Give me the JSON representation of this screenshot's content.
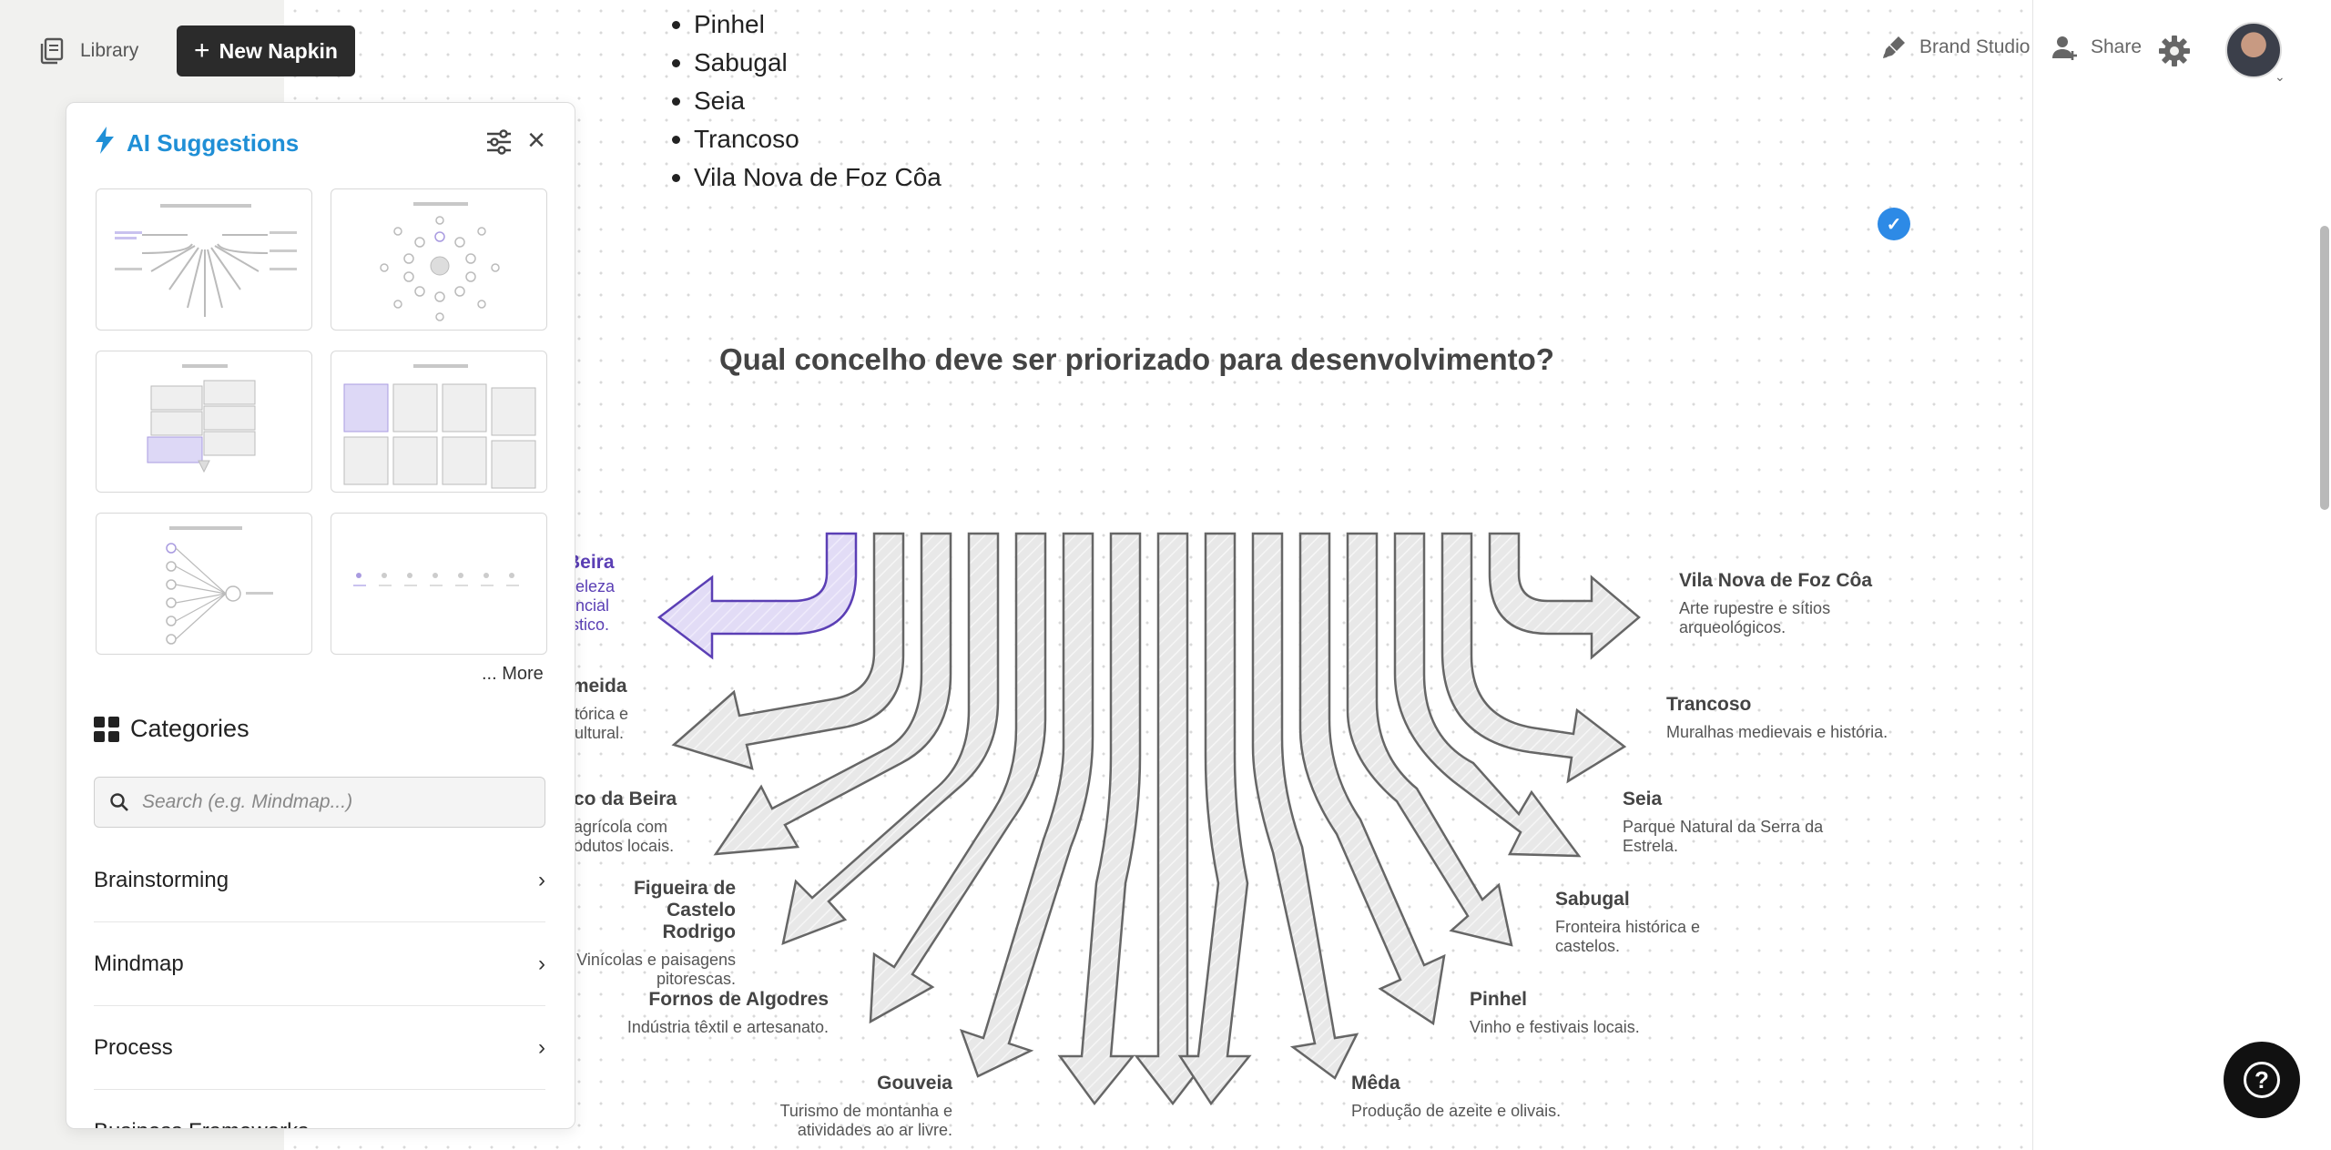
{
  "topbar": {
    "library_label": "Library",
    "new_napkin_label": "New Napkin",
    "brand_studio_label": "Brand Studio",
    "share_label": "Share"
  },
  "canvas": {
    "bullets": [
      "Pinhel",
      "Sabugal",
      "Seia",
      "Trancoso",
      "Vila Nova de Foz Côa"
    ],
    "diagram_title": "Qual concelho deve ser priorizado para desenvolvimento?",
    "labels": {
      "beira_title": "Beira",
      "beira_desc": [
        "beleza",
        "encial",
        "ístico."
      ],
      "almeida_title": "lmeida",
      "almeida_desc": [
        "stórica e",
        "cultural."
      ],
      "celorico_title": "co da Beira",
      "celorico_desc": [
        "agrícola com",
        "odutos locais."
      ],
      "figueira_title": [
        "Figueira de Castelo",
        "Rodrigo"
      ],
      "figueira_desc": [
        "Vinícolas e paisagens",
        "pitorescas."
      ],
      "fornos_title": "Fornos de Algodres",
      "fornos_desc": "Indústria têxtil e artesanato.",
      "gouveia_title": "Gouveia",
      "gouveia_desc": [
        "Turismo de montanha e",
        "atividades ao ar livre."
      ],
      "meda_title": "Mêda",
      "meda_desc": "Produção de azeite e olivais.",
      "pinhel_title": "Pinhel",
      "pinhel_desc": "Vinho e festivais locais.",
      "sabugal_title": "Sabugal",
      "sabugal_desc": [
        "Fronteira histórica e",
        "castelos."
      ],
      "seia_title": "Seia",
      "seia_desc": [
        "Parque Natural da Serra da",
        "Estrela."
      ],
      "trancoso_title": "Trancoso",
      "trancoso_desc": "Muralhas medievais e história.",
      "vila_title": "Vila Nova de Foz Côa",
      "vila_desc": [
        "Arte rupestre e sítios",
        "arqueológicos."
      ]
    }
  },
  "panel": {
    "title": "AI Suggestions",
    "more_label": "... More",
    "categories_title": "Categories",
    "search_placeholder": "Search (e.g. Mindmap...)",
    "categories": [
      "Brainstorming",
      "Mindmap",
      "Process",
      "Business Frameworks"
    ]
  },
  "colors": {
    "accent_blue": "#1f8fd6",
    "highlight_purple": "#5b3fb5",
    "check_blue": "#2d8ae6"
  }
}
